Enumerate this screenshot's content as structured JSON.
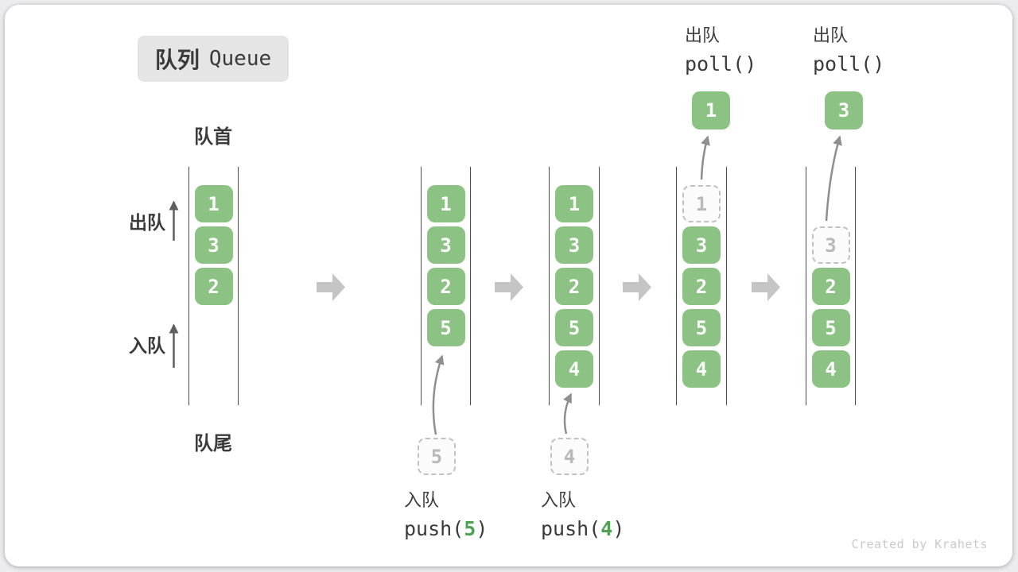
{
  "title": {
    "badge_zh": "队列",
    "badge_en": "Queue"
  },
  "labels": {
    "front": "队首",
    "rear": "队尾",
    "dequeue": "出队",
    "enqueue": "入队"
  },
  "colors": {
    "cell_green": "#8cc283",
    "code_green": "#4fa052"
  },
  "operations": {
    "push5": {
      "label": "入队",
      "code_pre": "push(",
      "arg": "5",
      "code_post": ")"
    },
    "push4": {
      "label": "入队",
      "code_pre": "push(",
      "arg": "4",
      "code_post": ")"
    },
    "poll1": {
      "label": "出队",
      "code": "poll()"
    },
    "poll2": {
      "label": "出队",
      "code": "poll()"
    }
  },
  "queues": {
    "q1": {
      "cells": [
        "1",
        "3",
        "2"
      ]
    },
    "q2": {
      "cells": [
        "1",
        "3",
        "2",
        "5"
      ],
      "incoming": "5"
    },
    "q3": {
      "cells": [
        "1",
        "3",
        "2",
        "5",
        "4"
      ],
      "incoming": "4"
    },
    "q4": {
      "ghost": "1",
      "cells": [
        "3",
        "2",
        "5",
        "4"
      ],
      "outgoing": "1"
    },
    "q5": {
      "ghost": "3",
      "cells": [
        "2",
        "5",
        "4"
      ],
      "outgoing": "3"
    }
  },
  "watermark": "Created by Krahets"
}
